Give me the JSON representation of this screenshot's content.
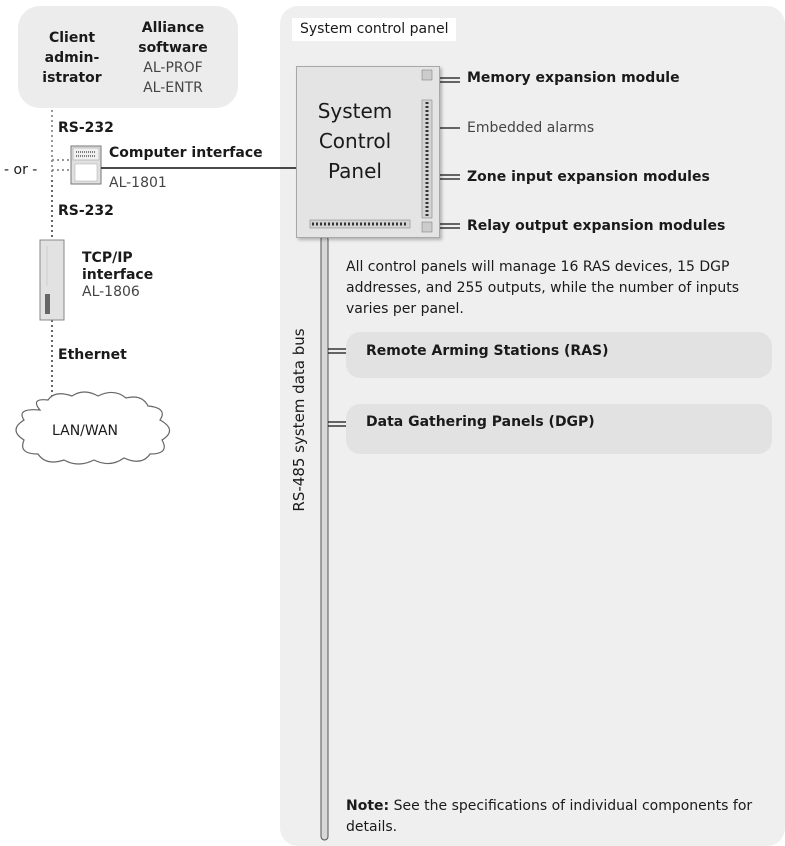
{
  "client": {
    "title": "Client administrator",
    "title_lines": [
      "Client",
      "admin-",
      "istrator"
    ],
    "software_title_lines": [
      "Alliance",
      "software"
    ],
    "software_codes": [
      "AL-PROF",
      "AL-ENTR"
    ]
  },
  "left_chain": {
    "rs232_top": "RS-232",
    "or_label": "- or -",
    "computer_interface_label": "Computer interface",
    "computer_interface_code": "AL-1801",
    "rs232_bottom": "RS-232",
    "tcpip_title_lines": [
      "TCP/IP",
      "interface"
    ],
    "tcpip_code": "AL-1806",
    "ethernet_label": "Ethernet",
    "lan_label": "LAN/WAN"
  },
  "panel": {
    "title": "System control panel",
    "scp_label": "System\nControl\nPanel",
    "modules": [
      {
        "label": "Memory expansion module",
        "bold": true
      },
      {
        "label": "Embedded alarms",
        "bold": false
      },
      {
        "label": "Zone input expansion modules",
        "bold": true
      },
      {
        "label": "Relay output expansion modules",
        "bold": true
      }
    ],
    "description": "All control panels will manage 16 RAS devices, 15 DGP addresses, and 255 outputs, while the number of inputs varies per panel.",
    "bus_label": "RS-485 system data bus",
    "ras_label": "Remote Arming Stations (RAS)",
    "dgp_label": "Data Gathering Panels (DGP)",
    "note_bold": "Note:",
    "note_text": " See the specifications of individual components for details."
  }
}
